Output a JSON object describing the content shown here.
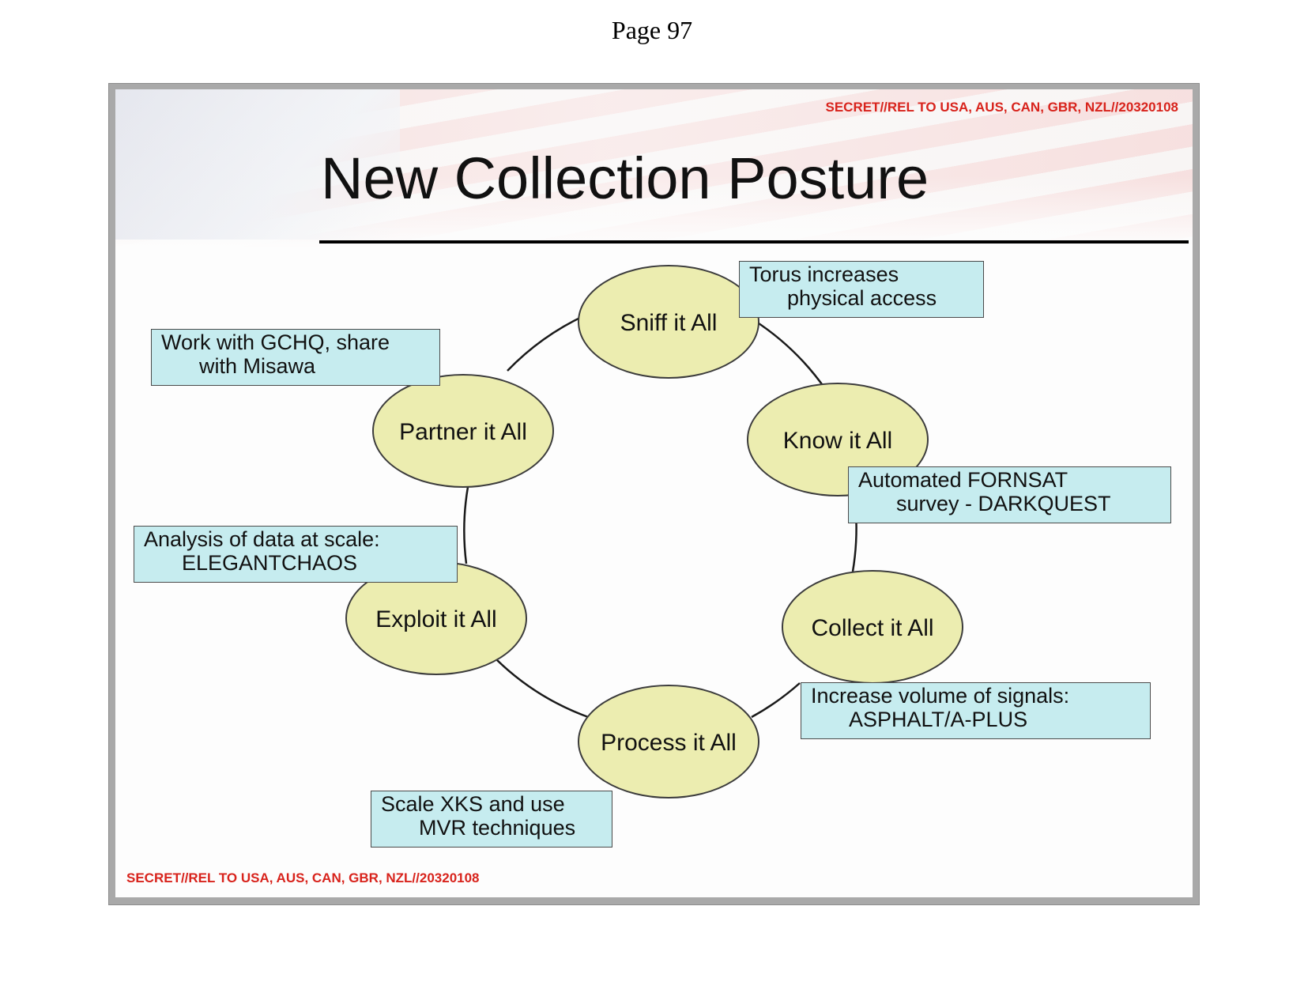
{
  "page": {
    "number": "Page 97"
  },
  "slide": {
    "classification_top": "SECRET//REL TO USA, AUS, CAN, GBR, NZL//20320108",
    "classification_bottom": "SECRET//REL TO USA, AUS, CAN, GBR, NZL//20320108",
    "title": "New Collection Posture"
  },
  "colors": {
    "ellipse_fill": "#ecedb0",
    "note_fill": "#c6ecef",
    "classification": "#d8231c"
  },
  "cycle": {
    "stages": [
      {
        "label": "Sniff it All"
      },
      {
        "label": "Know it All"
      },
      {
        "label": "Collect it All"
      },
      {
        "label": "Process it All"
      },
      {
        "label": "Exploit it All"
      },
      {
        "label": "Partner it All"
      }
    ]
  },
  "notes": {
    "sniff": {
      "line1": "Torus increases",
      "line2": "physical access"
    },
    "know": {
      "line1": "Automated FORNSAT",
      "line2": "survey - DARKQUEST"
    },
    "collect": {
      "line1": "Increase volume of signals:",
      "line2": "ASPHALT/A-PLUS"
    },
    "process": {
      "line1": "Scale XKS and use",
      "line2": "MVR techniques"
    },
    "exploit": {
      "line1": "Analysis of data at scale:",
      "line2": "ELEGANTCHAOS"
    },
    "partner": {
      "line1": "Work with GCHQ, share",
      "line2": "with Misawa"
    }
  }
}
